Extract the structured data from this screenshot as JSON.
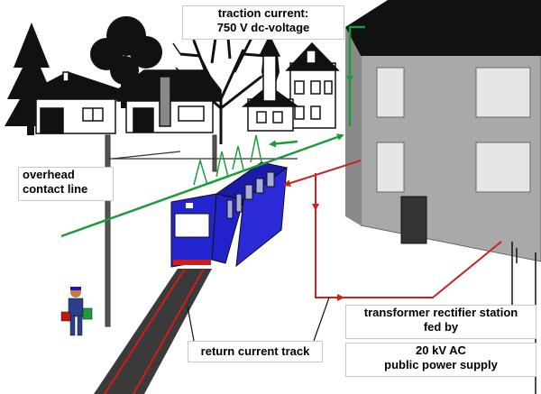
{
  "labels": {
    "traction": {
      "line1": "traction current:",
      "line2": "750 V dc-voltage"
    },
    "overhead": {
      "line1": "overhead",
      "line2": "contact line"
    },
    "return_track": "return current track",
    "station": {
      "line1": "transformer rectifier station",
      "line2": "fed by"
    },
    "supply": {
      "line1": "20 kV AC",
      "line2": "public power supply"
    }
  },
  "colors": {
    "traction_line": "#1e9a3a",
    "return_line": "#cc2222",
    "train_body": "#2222cc",
    "building": "#a9a9a9",
    "track": "#3a3a3a",
    "rail": "#d11a1a"
  }
}
